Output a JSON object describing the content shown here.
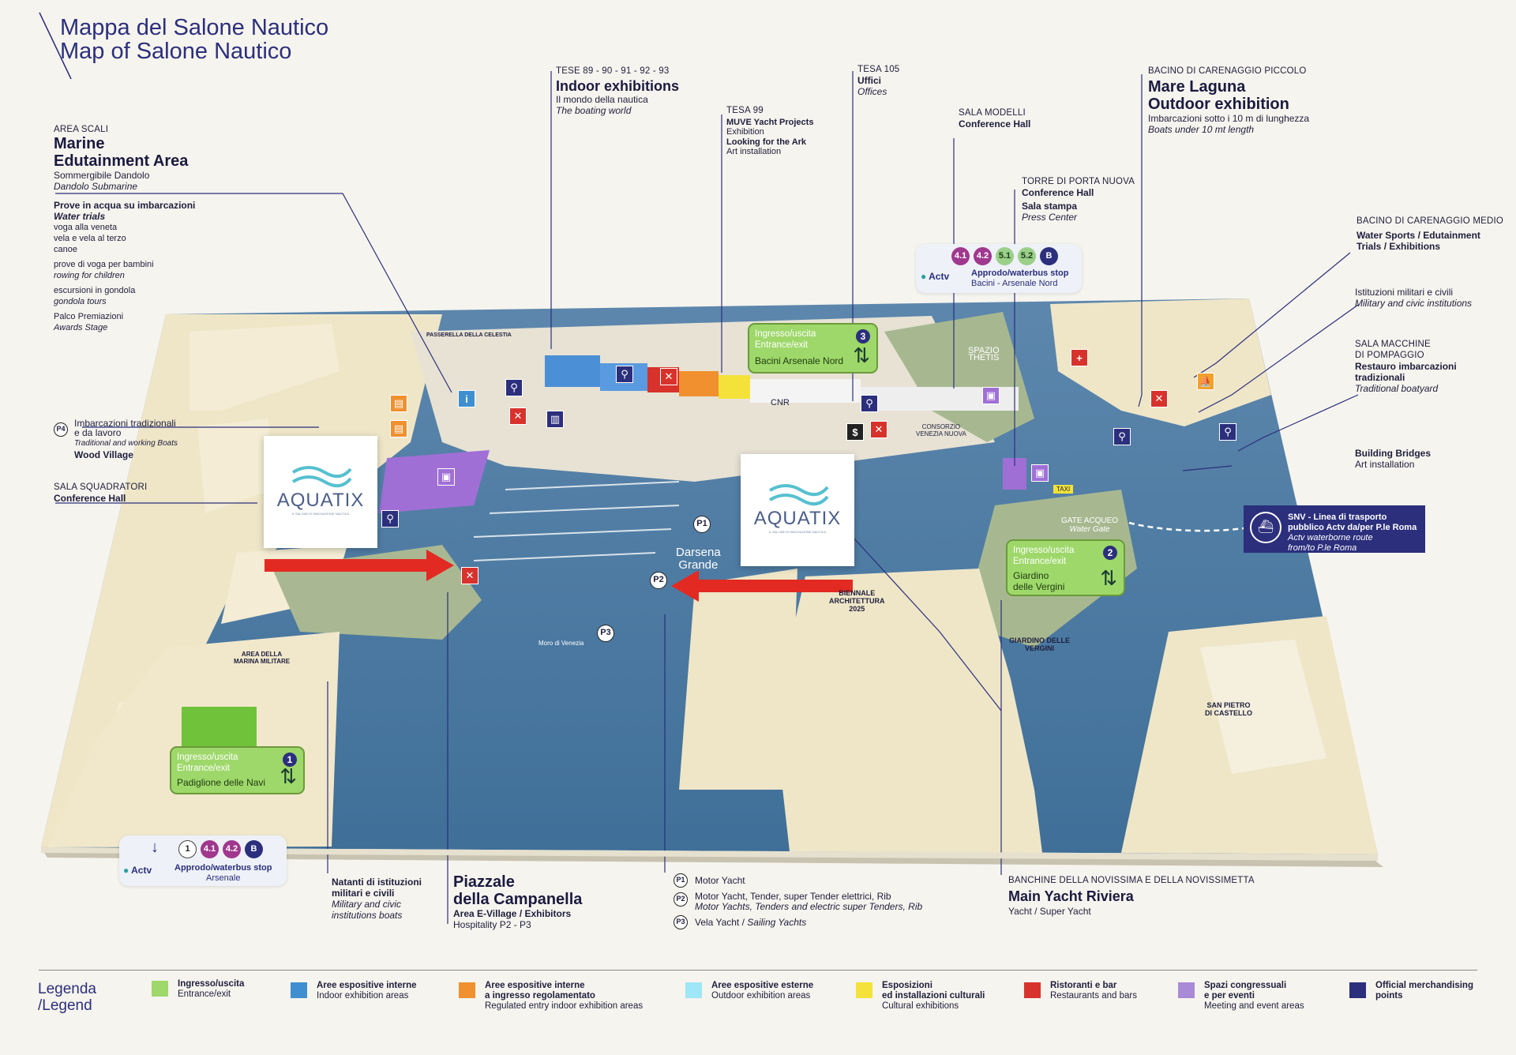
{
  "title": {
    "it": "Mappa del Salone Nautico",
    "en": "Map of Salone Nautico"
  },
  "labels": {
    "area_scali": {
      "cap": "AREA SCALI",
      "l1": "Marine",
      "l2": "Edutainment Area",
      "l3": "Sommergibile Dandolo",
      "l4": "Dandolo Submarine",
      "trials_b": "Prove in acqua su imbarcazioni",
      "trials_i": "Water trials",
      "t1": "voga alla veneta",
      "t2": "vela e vela al terzo",
      "t3": "canoe",
      "t4": "prove di voga per bambini",
      "t5": "rowing for children",
      "t6": "escursioni in gondola",
      "t7": "gondola tours",
      "t8": "Palco Premiazioni",
      "t9": "Awards Stage"
    },
    "tese": {
      "cap": "TESE 89 - 90 - 91 - 92 - 93",
      "title": "Indoor exhibitions",
      "it": "Il mondo della nautica",
      "en": "The boating world"
    },
    "tesa99": {
      "cap": "TESA 99",
      "b1": "MUVE Yacht Projects",
      "t1": "Exhibition",
      "b2": "Looking for the Ark",
      "t2": "Art installation"
    },
    "tesa105": {
      "cap": "TESA 105",
      "b1": "Uffici",
      "i1": "Offices"
    },
    "sala_modelli": {
      "cap": "SALA MODELLI",
      "b1": "Conference Hall"
    },
    "torre": {
      "cap": "TORRE DI PORTA NUOVA",
      "b1": "Conference Hall",
      "b2": "Sala stampa",
      "i1": "Press Center"
    },
    "mare_laguna": {
      "cap": "BACINO DI CARENAGGIO PICCOLO",
      "l1": "Mare Laguna",
      "l2": "Outdoor exhibition",
      "t1": "Imbarcazioni sotto i 10 m di lunghezza",
      "i1": "Boats under 10 mt length"
    },
    "bacino_medio": {
      "cap": "BACINO DI CARENAGGIO MEDIO",
      "b1": "Water Sports / Edutainment",
      "b2": "Trials / Exhibitions"
    },
    "istituzioni": {
      "t1": "Istituzioni militari e civili",
      "i1": "Military and civic institutions"
    },
    "sala_macchine": {
      "cap1": "SALA MACCHINE",
      "cap2": "DI POMPAGGIO",
      "b1": "Restauro imbarcazioni",
      "b2": "tradizionali",
      "i1": "Traditional boatyard"
    },
    "building_bridges": {
      "b1": "Building Bridges",
      "t1": "Art installation"
    },
    "wood_village": {
      "t1": "Imbarcazioni tradizionali",
      "t2": "e da lavoro",
      "i1": "Traditional and working Boats",
      "b1": "Wood Village"
    },
    "sala_squadratori": {
      "cap": "SALA SQUADRATORI",
      "b1": "Conference Hall"
    },
    "natanti": {
      "b1": "Natanti di istituzioni",
      "b2": "militari e civili",
      "i1": "Military and civic",
      "i2": "institutions boats"
    },
    "piazzale": {
      "l1": "Piazzale",
      "l2": "della Campanella",
      "b1": "Area E-Village / Exhibitors",
      "t1": "Hospitality P2 - P3"
    },
    "pcodes": {
      "p1": "Motor Yacht",
      "p2a": "Motor Yacht, Tender, super Tender elettrici, Rib",
      "p2b": "Motor Yachts, Tenders and electric super Tenders, Rib",
      "p3a": "Vela Yacht / ",
      "p3b": "Sailing Yachts"
    },
    "riviera": {
      "cap": "BANCHINE DELLA NOVISSIMA E DELLA NOVISSIMETTA",
      "l1": "Main Yacht Riviera",
      "t1": "Yacht / Super Yacht"
    }
  },
  "entrances": [
    {
      "l1": "Ingresso/uscita",
      "l2": "Entrance/exit",
      "sub": "Bacini Arsenale Nord",
      "num": "3"
    },
    {
      "l1": "Ingresso/uscita",
      "l2": "Entrance/exit",
      "sub1": "Giardino",
      "sub2": "delle Vergini",
      "num": "2"
    },
    {
      "l1": "Ingresso/uscita",
      "l2": "Entrance/exit",
      "sub": "Padiglione delle Navi",
      "num": "1"
    }
  ],
  "stops": [
    {
      "lines": [
        "4.1",
        "4.2",
        "5.1",
        "5.2",
        "B"
      ],
      "brand": "Actv",
      "b1": "Approdo/waterbus stop",
      "t1": "Bacini - Arsenale Nord"
    },
    {
      "lines": [
        "1",
        "4.1",
        "4.2",
        "B"
      ],
      "brand": "Actv",
      "b1": "Approdo/waterbus stop",
      "t1": "Arsenale"
    }
  ],
  "snv": {
    "b1": "SNV - Linea di trasporto",
    "b2": "pubblico Actv da/per P.le Roma",
    "i1": "Actv waterborne route",
    "i2": "from/to P.le Roma"
  },
  "aquatix": {
    "word": "AQUATIX",
    "tag": "IL SALONE DI INNOVAZIONE NAUTICA"
  },
  "map_text": {
    "passerella": "PASSERELLA DELLA CELESTIA",
    "spazio_thetis1": "SPAZIO",
    "spazio_thetis2": "THETIS",
    "cnr": "CNR",
    "consorzio1": "CONSORZIO",
    "consorzio2": "VENEZIA NUOVA",
    "darsena1": "Darsena",
    "darsena2": "Grande",
    "biennale1": "BIENNALE",
    "biennale2": "ARCHITETTURA",
    "biennale3": "2025",
    "moro": "Moro di Venezia",
    "gate1": "GATE ACQUEO",
    "gate2": "Water Gate",
    "taxi": "TAXI",
    "giardino1": "GIARDINO DELLE",
    "giardino2": "VERGINI",
    "marina1": "AREA DELLA",
    "marina2": "MARINA MILITARE",
    "san_pietro1": "SAN PIETRO",
    "san_pietro2": "DI CASTELLO",
    "p1": "P1",
    "p2": "P2",
    "p3": "P3",
    "p4": "P4"
  },
  "legend": {
    "title1": "Legenda",
    "title2": "/Legend",
    "items": [
      {
        "b": "Ingresso/uscita",
        "t": "Entrance/exit",
        "color": "#9ed86a"
      },
      {
        "b": "Aree espositive interne",
        "t": "Indoor exhibition areas",
        "color": "#3f8fd0"
      },
      {
        "b": "Aree espositive interne",
        "b2": "a ingresso regolamentato",
        "t": "Regulated entry indoor exhibition areas",
        "color": "#f0902e"
      },
      {
        "b": "Aree espositive esterne",
        "t": "Outdoor exhibition areas",
        "color": "#9fe6f6"
      },
      {
        "b": "Esposizioni",
        "b2": "ed installazioni culturali",
        "t": "Cultural exhibitions",
        "color": "#f4e23a"
      },
      {
        "b": "Ristoranti e bar",
        "t": "Restaurants and bars",
        "color": "#d8322c"
      },
      {
        "b": "Spazi congressuali",
        "b2": "e per eventi",
        "t": "Meeting and event areas",
        "color": "#a98ad6"
      },
      {
        "b": "Official merchandising",
        "b2": "points",
        "color": "#2b2f7c"
      }
    ]
  }
}
